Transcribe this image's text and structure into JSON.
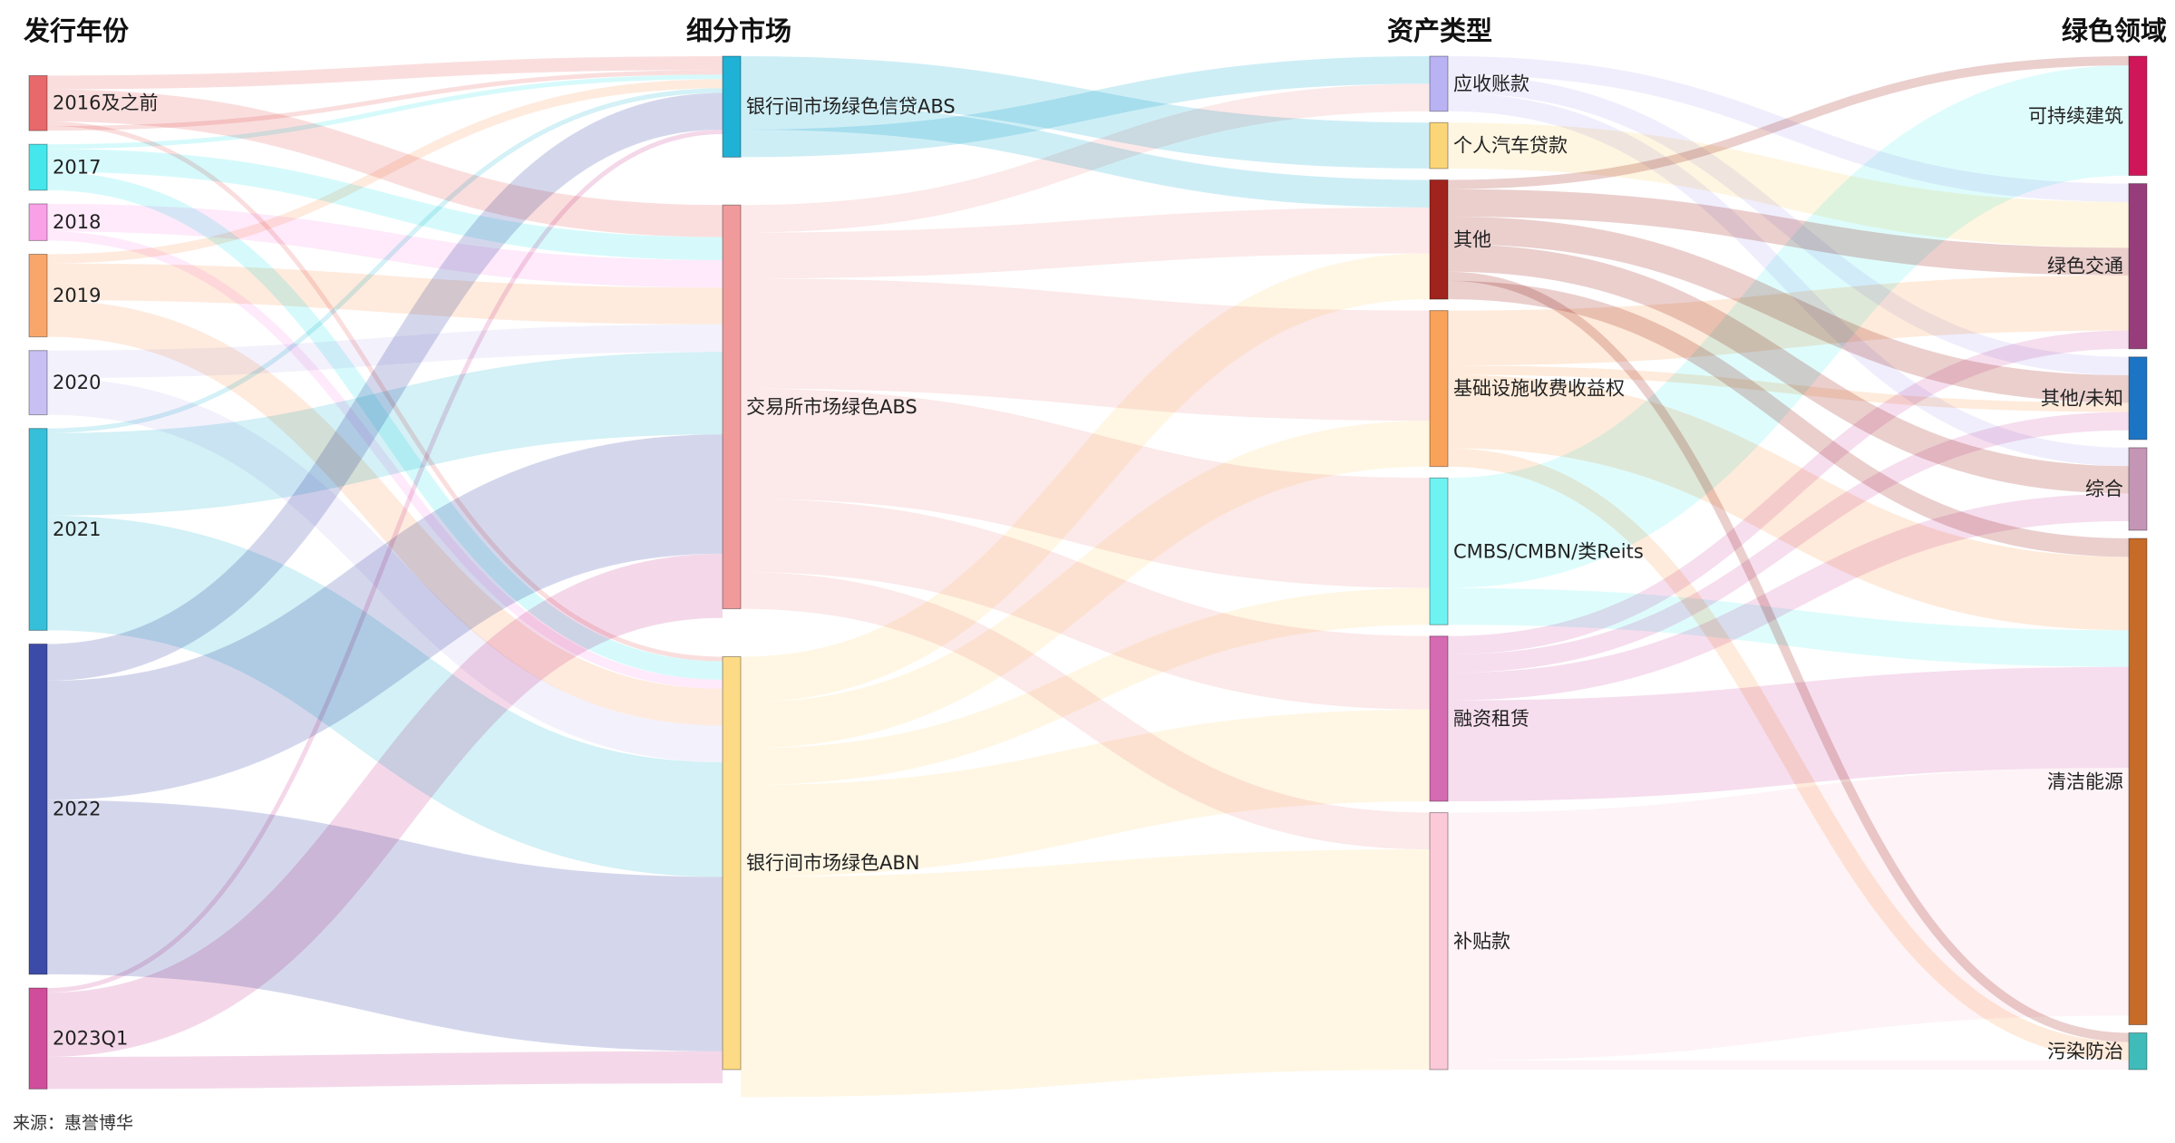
{
  "columns": [
    {
      "id": "year",
      "title": "发行年份"
    },
    {
      "id": "market",
      "title": "细分市场"
    },
    {
      "id": "asset",
      "title": "资产类型"
    },
    {
      "id": "domain",
      "title": "绿色领域"
    }
  ],
  "nodes": [
    {
      "id": "y2016",
      "label": "2016及之前",
      "column": 0,
      "color": "#e8696b",
      "value": 6
    },
    {
      "id": "y2017",
      "label": "2017",
      "column": 0,
      "color": "#45e6ec",
      "value": 5
    },
    {
      "id": "y2018",
      "label": "2018",
      "column": 0,
      "color": "#f9a0e6",
      "value": 4
    },
    {
      "id": "y2019",
      "label": "2019",
      "column": 0,
      "color": "#f9a66a",
      "value": 9
    },
    {
      "id": "y2020",
      "label": "2020",
      "column": 0,
      "color": "#c8c0f2",
      "value": 7
    },
    {
      "id": "y2021",
      "label": "2021",
      "column": 0,
      "color": "#36bfd8",
      "value": 22
    },
    {
      "id": "y2022",
      "label": "2022",
      "column": 0,
      "color": "#3c4ba8",
      "value": 36
    },
    {
      "id": "y2023",
      "label": "2023Q1",
      "column": 0,
      "color": "#cf4d9a",
      "value": 11
    },
    {
      "id": "mBank",
      "label": "银行间市场绿色信贷ABS",
      "column": 1,
      "color": "#1fb2d6",
      "value": 11
    },
    {
      "id": "mEx",
      "label": "交易所市场绿色ABS",
      "column": 1,
      "color": "#f09a9c",
      "value": 44
    },
    {
      "id": "mAbn",
      "label": "银行间市场绿色ABN",
      "column": 1,
      "color": "#fddb86",
      "value": 45
    },
    {
      "id": "aAR",
      "label": "应收账款",
      "column": 2,
      "color": "#b9b3f3",
      "value": 6
    },
    {
      "id": "aCar",
      "label": "个人汽车贷款",
      "column": 2,
      "color": "#fbd678",
      "value": 5
    },
    {
      "id": "aOther",
      "label": "其他",
      "column": 2,
      "color": "#a0231d",
      "value": 13
    },
    {
      "id": "aInfra",
      "label": "基础设施收费收益权",
      "column": 2,
      "color": "#f9a25a",
      "value": 17
    },
    {
      "id": "aCmbs",
      "label": "CMBS/CMBN/类Reits",
      "column": 2,
      "color": "#6ff2f2",
      "value": 16
    },
    {
      "id": "aLease",
      "label": "融资租赁",
      "column": 2,
      "color": "#d56bb2",
      "value": 18
    },
    {
      "id": "aSub",
      "label": "补贴款",
      "column": 2,
      "color": "#fcc9d8",
      "value": 28
    },
    {
      "id": "dBuild",
      "label": "可持续建筑",
      "column": 3,
      "color": "#cf1658",
      "value": 13
    },
    {
      "id": "dTrans",
      "label": "绿色交通",
      "column": 3,
      "color": "#983d7b",
      "value": 18
    },
    {
      "id": "dOther",
      "label": "其他/未知",
      "column": 3,
      "color": "#1c75c4",
      "value": 9
    },
    {
      "id": "dMix",
      "label": "综合",
      "column": 3,
      "color": "#c595b5",
      "value": 9
    },
    {
      "id": "dClean",
      "label": "清洁能源",
      "column": 3,
      "color": "#c76b28",
      "value": 53
    },
    {
      "id": "dPollu",
      "label": "污染防治",
      "column": 3,
      "color": "#3fbcba",
      "value": 4
    }
  ],
  "links": [
    {
      "source": "y2016",
      "target": "mBank",
      "value": 1.5
    },
    {
      "source": "y2016",
      "target": "mEx",
      "value": 3.5
    },
    {
      "source": "y2016",
      "target": "mAbn",
      "value": 0.5
    },
    {
      "source": "y2016",
      "target": "mBank",
      "value": 0.5
    },
    {
      "source": "y2017",
      "target": "mBank",
      "value": 0.5
    },
    {
      "source": "y2017",
      "target": "mEx",
      "value": 2.5
    },
    {
      "source": "y2017",
      "target": "mAbn",
      "value": 2
    },
    {
      "source": "y2018",
      "target": "mEx",
      "value": 3
    },
    {
      "source": "y2018",
      "target": "mAbn",
      "value": 1
    },
    {
      "source": "y2019",
      "target": "mBank",
      "value": 1
    },
    {
      "source": "y2019",
      "target": "mEx",
      "value": 4
    },
    {
      "source": "y2019",
      "target": "mAbn",
      "value": 4
    },
    {
      "source": "y2020",
      "target": "mEx",
      "value": 3
    },
    {
      "source": "y2020",
      "target": "mAbn",
      "value": 4
    },
    {
      "source": "y2021",
      "target": "mBank",
      "value": 0.5
    },
    {
      "source": "y2021",
      "target": "mEx",
      "value": 9
    },
    {
      "source": "y2021",
      "target": "mAbn",
      "value": 12.5
    },
    {
      "source": "y2022",
      "target": "mBank",
      "value": 4
    },
    {
      "source": "y2022",
      "target": "mEx",
      "value": 13
    },
    {
      "source": "y2022",
      "target": "mAbn",
      "value": 19
    },
    {
      "source": "y2023",
      "target": "mBank",
      "value": 0.5
    },
    {
      "source": "y2023",
      "target": "mEx",
      "value": 7
    },
    {
      "source": "y2023",
      "target": "mAbn",
      "value": 3.5
    },
    {
      "source": "mBank",
      "target": "aCar",
      "value": 5
    },
    {
      "source": "mBank",
      "target": "aOther",
      "value": 3
    },
    {
      "source": "mBank",
      "target": "aAR",
      "value": 3
    },
    {
      "source": "mEx",
      "target": "aAR",
      "value": 3
    },
    {
      "source": "mEx",
      "target": "aOther",
      "value": 5
    },
    {
      "source": "mEx",
      "target": "aInfra",
      "value": 12
    },
    {
      "source": "mEx",
      "target": "aCmbs",
      "value": 12
    },
    {
      "source": "mEx",
      "target": "aLease",
      "value": 8
    },
    {
      "source": "mEx",
      "target": "aSub",
      "value": 4
    },
    {
      "source": "mAbn",
      "target": "aOther",
      "value": 5
    },
    {
      "source": "mAbn",
      "target": "aInfra",
      "value": 5
    },
    {
      "source": "mAbn",
      "target": "aCmbs",
      "value": 4
    },
    {
      "source": "mAbn",
      "target": "aLease",
      "value": 10
    },
    {
      "source": "mAbn",
      "target": "aSub",
      "value": 24
    },
    {
      "source": "aAR",
      "target": "dTrans",
      "value": 2
    },
    {
      "source": "aAR",
      "target": "dOther",
      "value": 2
    },
    {
      "source": "aAR",
      "target": "dMix",
      "value": 2
    },
    {
      "source": "aCar",
      "target": "dTrans",
      "value": 5
    },
    {
      "source": "aOther",
      "target": "dBuild",
      "value": 1
    },
    {
      "source": "aOther",
      "target": "dTrans",
      "value": 3
    },
    {
      "source": "aOther",
      "target": "dOther",
      "value": 3
    },
    {
      "source": "aOther",
      "target": "dMix",
      "value": 3
    },
    {
      "source": "aOther",
      "target": "dPollu",
      "value": 1
    },
    {
      "source": "aOther",
      "target": "dClean",
      "value": 2
    },
    {
      "source": "aInfra",
      "target": "dTrans",
      "value": 6
    },
    {
      "source": "aInfra",
      "target": "dOther",
      "value": 1
    },
    {
      "source": "aInfra",
      "target": "dClean",
      "value": 8
    },
    {
      "source": "aInfra",
      "target": "dPollu",
      "value": 2
    },
    {
      "source": "aCmbs",
      "target": "dBuild",
      "value": 12
    },
    {
      "source": "aCmbs",
      "target": "dClean",
      "value": 4
    },
    {
      "source": "aLease",
      "target": "dTrans",
      "value": 2
    },
    {
      "source": "aLease",
      "target": "dOther",
      "value": 2
    },
    {
      "source": "aLease",
      "target": "dMix",
      "value": 3
    },
    {
      "source": "aLease",
      "target": "dClean",
      "value": 11
    },
    {
      "source": "aSub",
      "target": "dClean",
      "value": 27
    },
    {
      "source": "aSub",
      "target": "dPollu",
      "value": 1
    }
  ],
  "source_note": "来源：惠誉博华"
}
